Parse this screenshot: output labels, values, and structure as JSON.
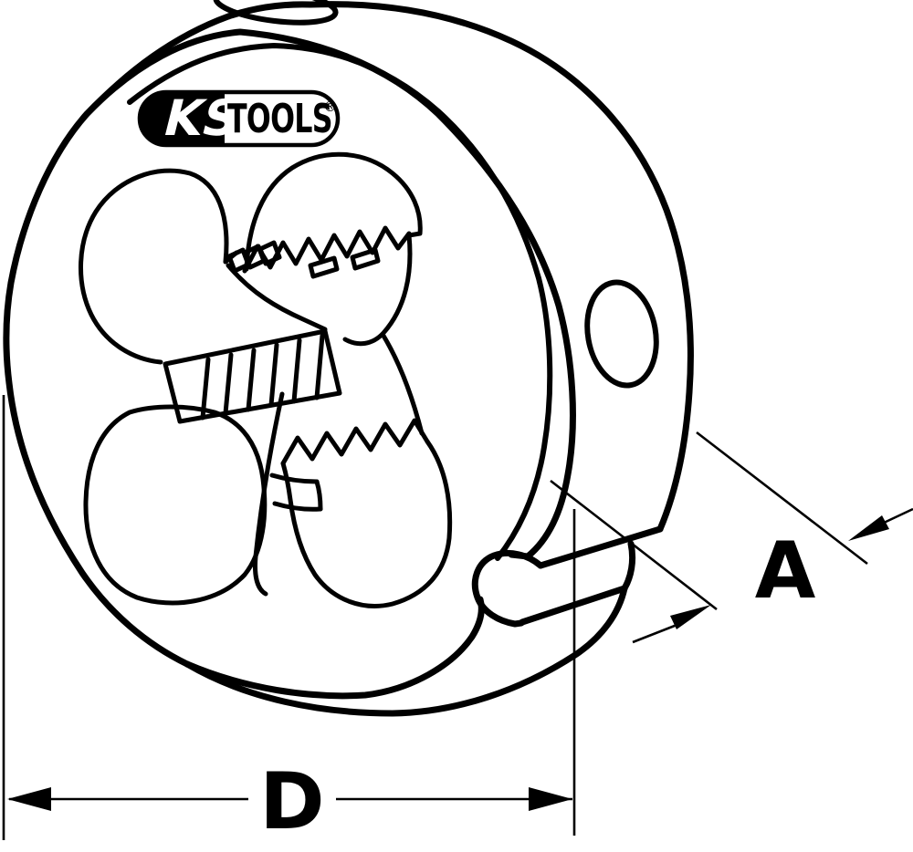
{
  "drawing": {
    "type": "technical line illustration",
    "subject": "round threading die (Schneideisen) shown in perspective with dimension callouts",
    "background_color": "#ffffff",
    "line_color": "#000000"
  },
  "logo": {
    "brand_left": "KS",
    "brand_right": "TOOLS",
    "registered": "®"
  },
  "dimensions": {
    "diameter_label": "D",
    "thickness_label": "A"
  }
}
